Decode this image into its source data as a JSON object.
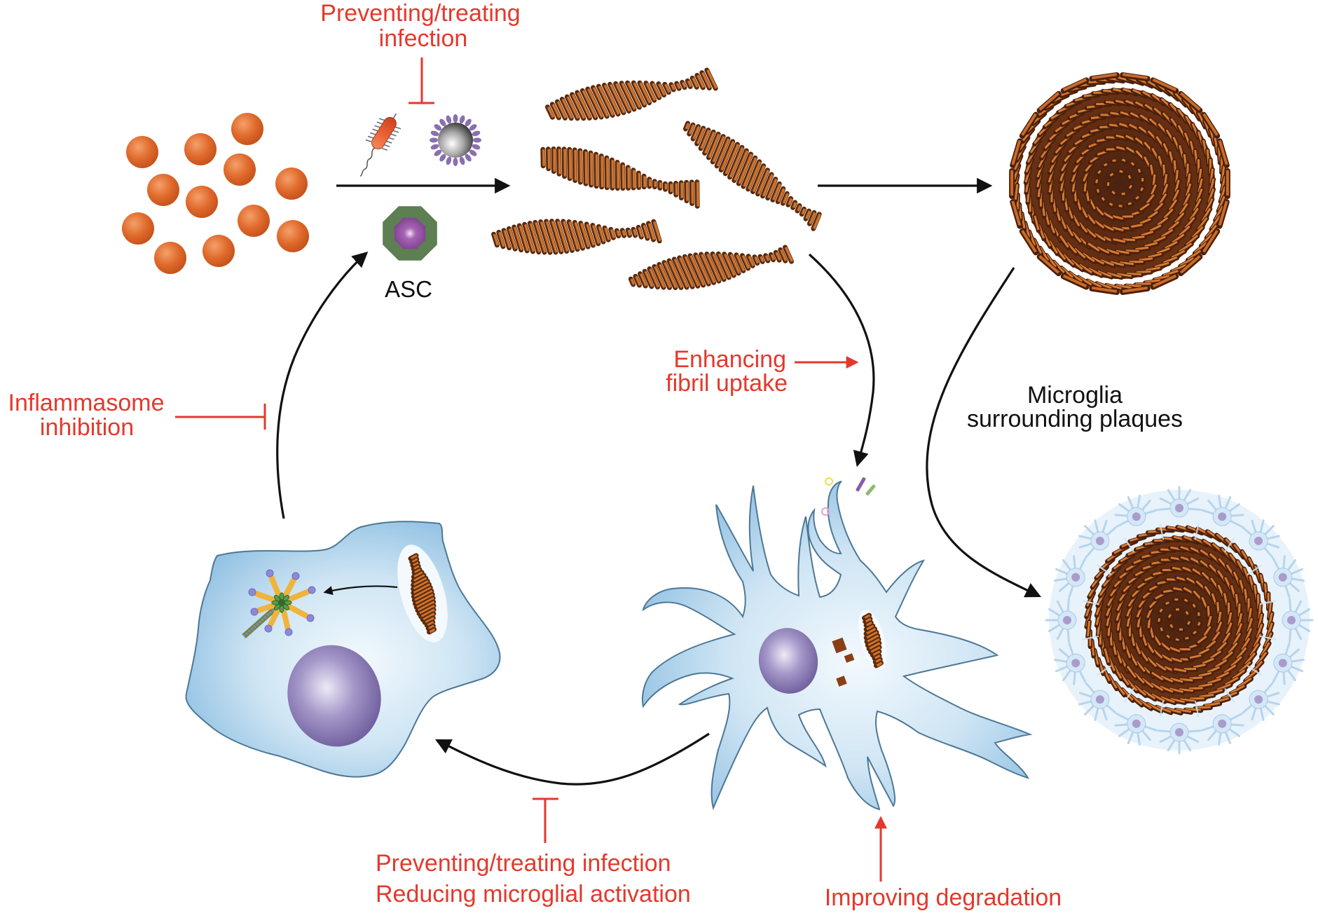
{
  "figure": {
    "title": "Amyloid aggregation, microglial uptake and inflammasome activation cycle",
    "colors": {
      "intervention_red": "#e3392c",
      "arrow_black": "#111111",
      "amyloid_orange": "#d9662a",
      "fibril_brown": "#b85a1e",
      "cell_blue": "#9cc8e6",
      "nucleus_purple": "#8a79b8",
      "asc_green": "#5d7f52",
      "asc_purple": "#8a3f9a"
    }
  },
  "labels": {
    "top_intervention_line1": "Preventing/treating",
    "top_intervention_line2": "infection",
    "asc": "ASC",
    "inflammasome_line1": "Inflammasome",
    "inflammasome_line2": "inhibition",
    "uptake_line1": "Enhancing",
    "uptake_line2": "fibril uptake",
    "microglia_line1": "Microglia",
    "microglia_line2": "surrounding plaques",
    "bottom_line1": "Preventing/treating infection",
    "bottom_line2": "Reducing microglial activation",
    "degradation": "Improving degradation"
  },
  "entities": {
    "monomers": "amyloid-beta-monomers",
    "bacterium": "bacterium-icon",
    "virus": "virus-icon",
    "asc_speck": "asc-speck-icon",
    "fibrils": "amyloid-fibrils",
    "plaque": "amyloid-plaque",
    "microglia_cell": "microglia-cell",
    "activated_microglia": "activated-microglia-cell",
    "plaque_with_microglia": "plaque-with-microglia"
  },
  "interventions": [
    {
      "label_key": "top_intervention",
      "type": "inhibit"
    },
    {
      "label_key": "inflammasome",
      "type": "inhibit"
    },
    {
      "label_key": "uptake",
      "type": "promote"
    },
    {
      "label_key": "bottom",
      "type": "inhibit"
    },
    {
      "label_key": "degradation",
      "type": "promote"
    }
  ]
}
